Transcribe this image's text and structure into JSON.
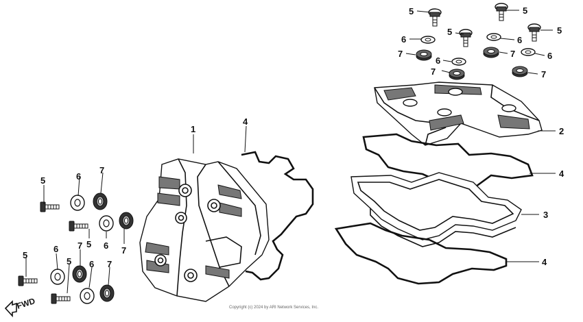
{
  "callouts": {
    "head_cover_left": "1",
    "head_cover_right": "2",
    "breather_plate": "3",
    "gasket": "4",
    "bolt": "5",
    "washer": "6",
    "rubber_seal": "7"
  },
  "direction_label": "FWD",
  "copyright": "Copyright (c) 2024 by ARI Network Services, Inc."
}
